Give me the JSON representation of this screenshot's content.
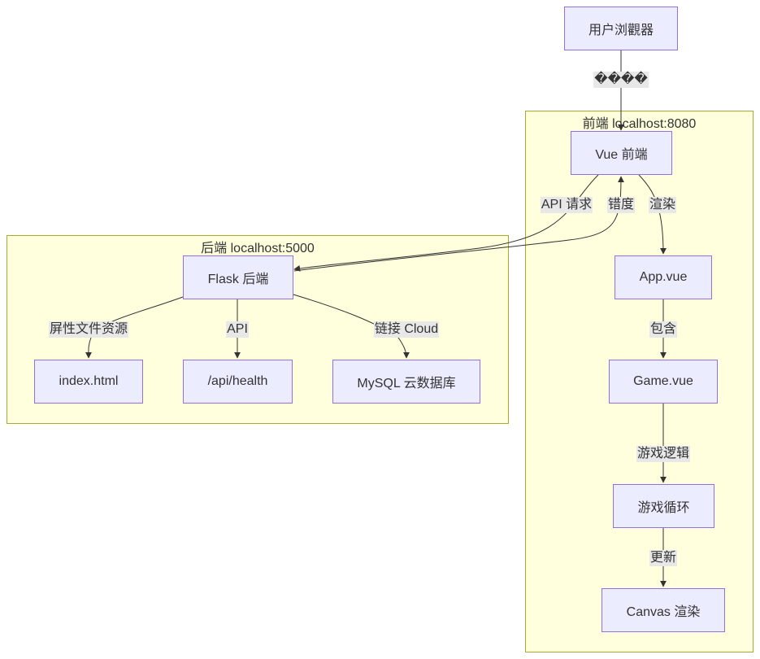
{
  "clusters": {
    "frontend": {
      "title": "前端 localhost:8080"
    },
    "backend": {
      "title": "后端 localhost:5000"
    }
  },
  "nodes": {
    "browser": "用户浏觀器",
    "vue": "Vue 前端",
    "app": "App.vue",
    "game": "Game.vue",
    "loop": "游戏循环",
    "canvas": "Canvas 渲染",
    "flask": "Flask 后端",
    "index": "index.html",
    "health": "/api/health",
    "mysql": "MySQL 云数据库"
  },
  "edges": {
    "browser_vue": "����",
    "vue_flask": "API 请求",
    "flask_vue": "错度",
    "vue_app": "渲染",
    "app_game": "包含",
    "game_loop": "游戏逻辑",
    "loop_canvas": "更新",
    "flask_index": "屏性文件资源",
    "flask_health": "API",
    "flask_mysql": "链接 Cloud"
  },
  "colors": {
    "node_fill": "#ececff",
    "node_border": "#9370db",
    "cluster_fill": "#ffffde",
    "cluster_border": "#aaaa33",
    "edge": "#333333",
    "label_bg": "#e8e8e8"
  }
}
